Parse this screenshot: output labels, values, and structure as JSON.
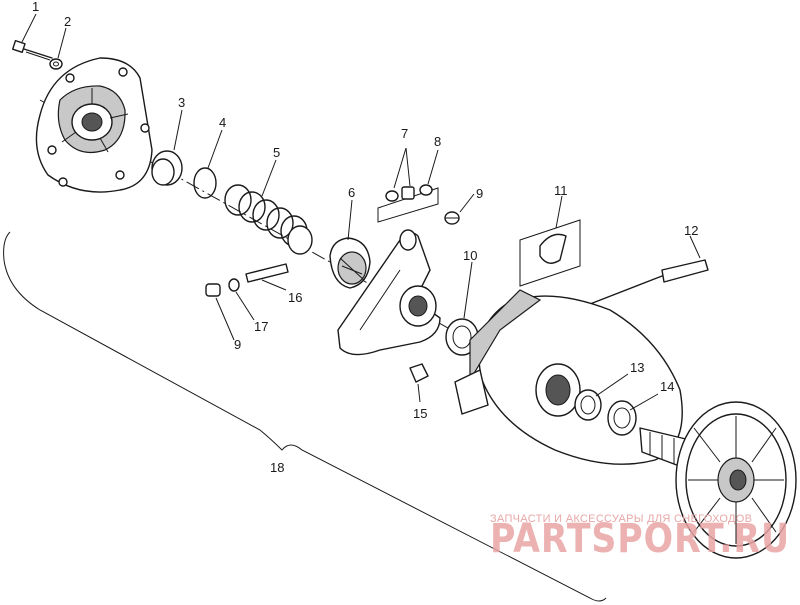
{
  "callouts": {
    "c1": "1",
    "c2": "2",
    "c3": "3",
    "c4": "4",
    "c5": "5",
    "c6": "6",
    "c7": "7",
    "c8": "8",
    "c9a": "9",
    "c9b": "9",
    "c10": "10",
    "c11": "11",
    "c12": "12",
    "c13": "13",
    "c14": "14",
    "c15": "15",
    "c16": "16",
    "c17": "17",
    "c18": "18"
  },
  "watermark": {
    "tagline": "ЗАПЧАСТИ И АКСЕССУАРЫ ДЛЯ СНЕГОХОДОВ",
    "brand": "PARTSPORT.RU"
  },
  "colors": {
    "ink": "#1a1a1a",
    "watermark": "#e9a3a3"
  }
}
